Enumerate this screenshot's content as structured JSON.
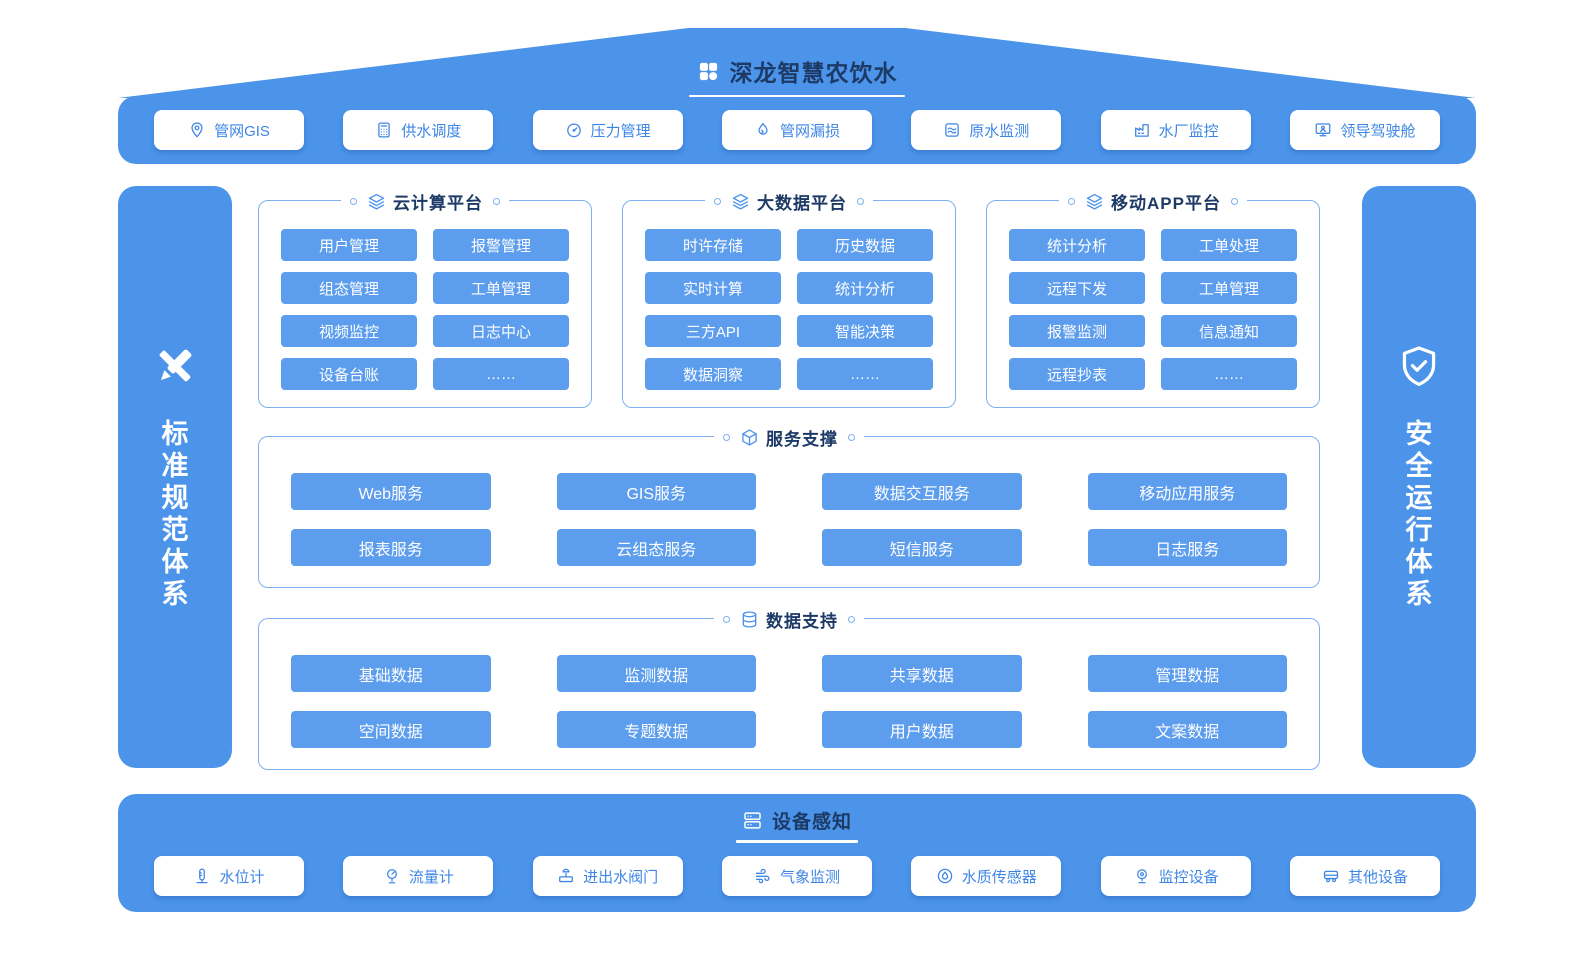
{
  "colors": {
    "primary_blue": "#4b94ea",
    "button_blue": "#5c9ded",
    "box_border_blue": "#7db1f0",
    "heading_navy": "#1d3a66",
    "chip_text_blue": "#3e86e5",
    "white": "#ffffff"
  },
  "header": {
    "title": "深龙智慧农饮水",
    "icon": "grid-logo-icon"
  },
  "app_banner": {
    "items": [
      {
        "label": "管网GIS",
        "icon": "map-pin-icon"
      },
      {
        "label": "供水调度",
        "icon": "calculator-icon"
      },
      {
        "label": "压力管理",
        "icon": "gauge-icon"
      },
      {
        "label": "管网漏损",
        "icon": "droplet-leak-icon"
      },
      {
        "label": "原水监测",
        "icon": "water-waves-icon"
      },
      {
        "label": "水厂监控",
        "icon": "factory-icon"
      },
      {
        "label": "领导驾驶舱",
        "icon": "monitor-icon"
      }
    ]
  },
  "left_pillar": {
    "label": "标准规范体系",
    "icon": "ruler-pen-icon"
  },
  "right_pillar": {
    "label": "安全运行体系",
    "icon": "shield-icon"
  },
  "platforms": [
    {
      "title": "云计算平台",
      "icon": "layers-icon",
      "items": [
        "用户管理",
        "报警管理",
        "组态管理",
        "工单管理",
        "视频监控",
        "日志中心",
        "设备台账",
        "……"
      ]
    },
    {
      "title": "大数据平台",
      "icon": "layers-icon",
      "items": [
        "时许存储",
        "历史数据",
        "实时计算",
        "统计分析",
        "三方API",
        "智能决策",
        "数据洞察",
        "……"
      ]
    },
    {
      "title": "移动APP平台",
      "icon": "layers-icon",
      "items": [
        "统计分析",
        "工单处理",
        "远程下发",
        "工单管理",
        "报警监测",
        "信息通知",
        "远程抄表",
        "……"
      ]
    }
  ],
  "service_section": {
    "title": "服务支撑",
    "icon": "cube-icon",
    "items": [
      "Web服务",
      "GIS服务",
      "数据交互服务",
      "移动应用服务",
      "报表服务",
      "云组态服务",
      "短信服务",
      "日志服务"
    ]
  },
  "data_section": {
    "title": "数据支持",
    "icon": "database-icon",
    "items": [
      "基础数据",
      "监测数据",
      "共享数据",
      "管理数据",
      "空间数据",
      "专题数据",
      "用户数据",
      "文案数据"
    ]
  },
  "device_banner": {
    "title": "设备感知",
    "icon": "server-icon",
    "items": [
      {
        "label": "水位计",
        "icon": "water-level-icon"
      },
      {
        "label": "流量计",
        "icon": "flow-meter-icon"
      },
      {
        "label": "进出水阀门",
        "icon": "valve-icon"
      },
      {
        "label": "气象监测",
        "icon": "weather-icon"
      },
      {
        "label": "水质传感器",
        "icon": "water-sensor-icon"
      },
      {
        "label": "监控设备",
        "icon": "camera-icon"
      },
      {
        "label": "其他设备",
        "icon": "vehicle-icon"
      }
    ]
  }
}
